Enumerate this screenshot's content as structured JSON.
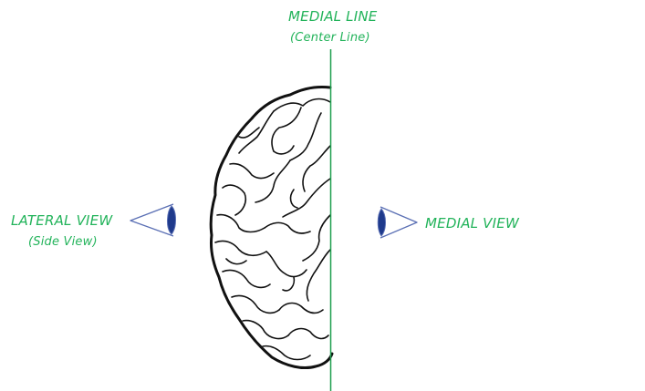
{
  "labels": {
    "medial_line_title": "MEDIAL LINE",
    "medial_line_sub": "(Center Line)",
    "lateral_view_title": "LATERAL VIEW",
    "lateral_view_sub": "(Side View)",
    "medial_view_title": "MEDIAL VIEW"
  },
  "icons": {
    "left_eye": "eye-icon",
    "right_eye": "eye-icon",
    "brain": "brain-hemisphere-icon"
  },
  "colors": {
    "label": "#22b35a",
    "medial_line": "#1e9e4e",
    "eye_outline": "#5a6fb4",
    "eye_pupil": "#1f3a8c",
    "brain_stroke": "#111111"
  }
}
